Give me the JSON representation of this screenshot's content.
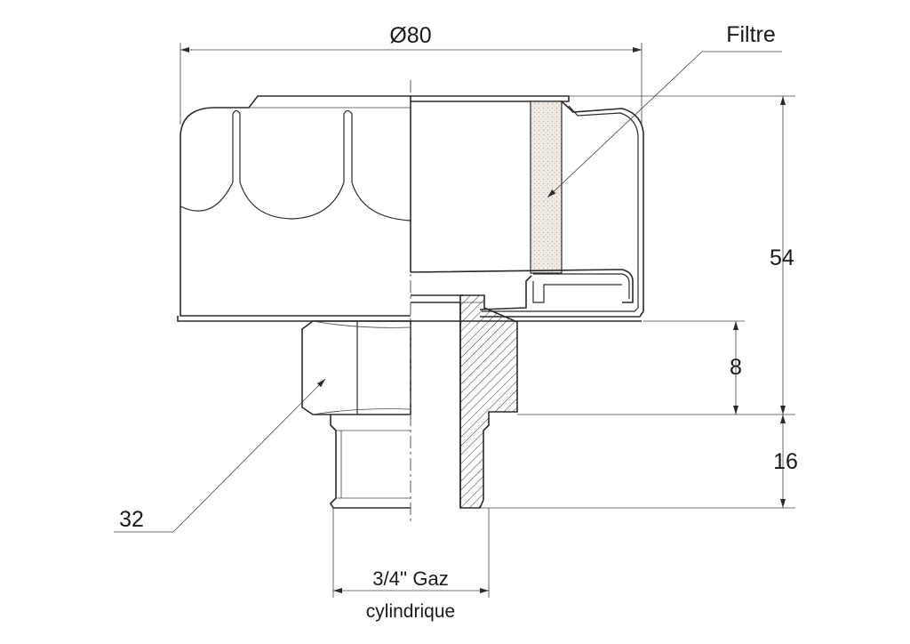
{
  "labels": {
    "diameter": "Ø80",
    "filter": "Filtre",
    "height_total": "54",
    "height_mid": "8",
    "height_thread": "16",
    "hex_size": "32",
    "thread_size": "3/4'' Gaz",
    "thread_type": "cylindrique"
  },
  "colors": {
    "line": "#2a2a2a",
    "filter_fill": "#efe9e4",
    "background": "#ffffff"
  }
}
